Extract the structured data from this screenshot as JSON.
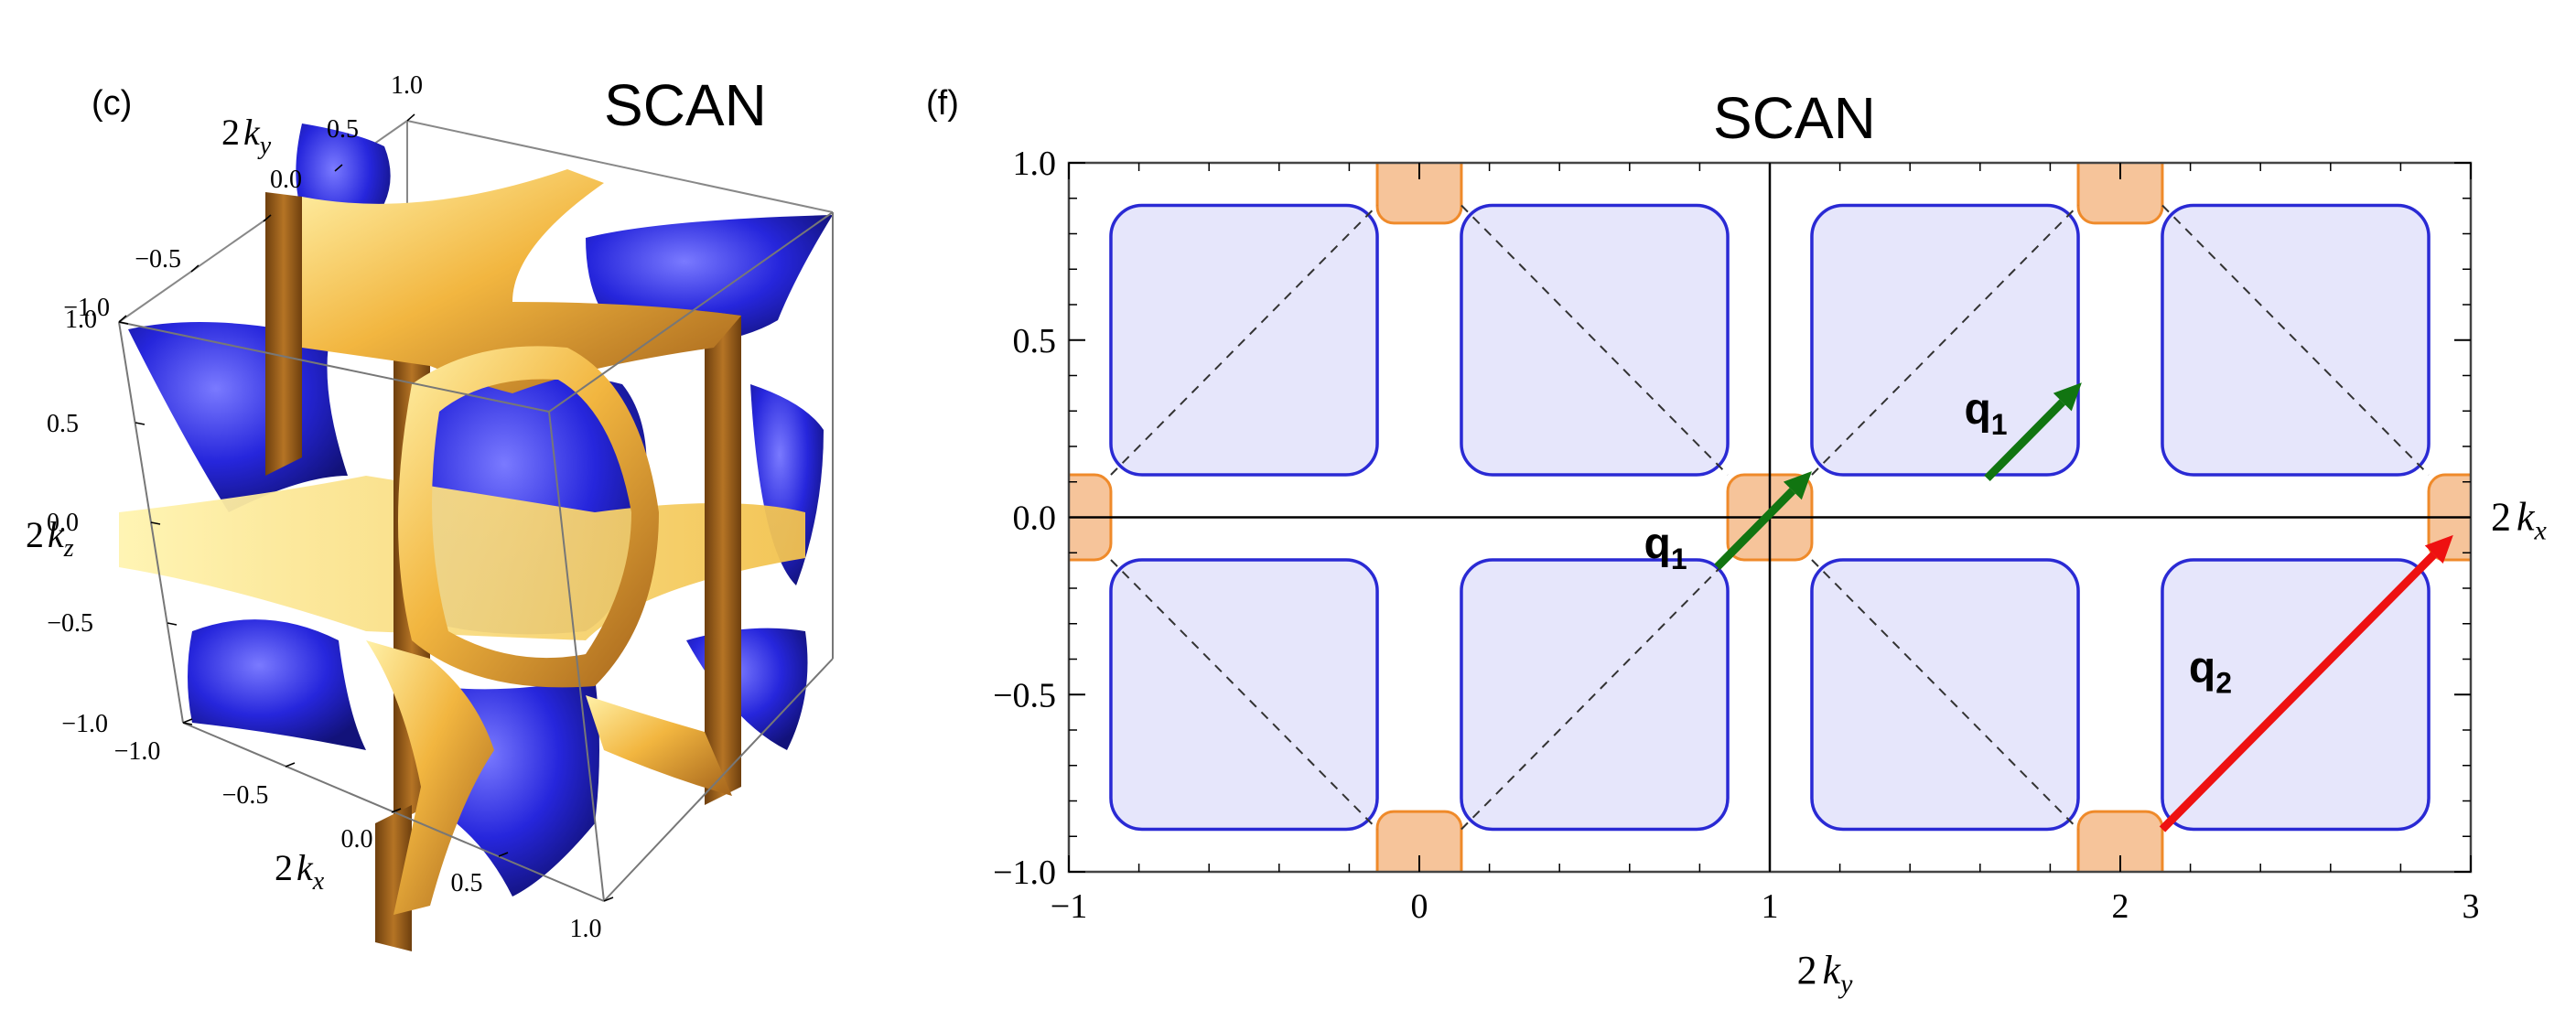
{
  "panel_c": {
    "label": "(c)",
    "title": "SCAN",
    "axes": {
      "x": {
        "label_coef": "2",
        "label_var": "k",
        "label_sub": "x",
        "ticks": [
          "−1.0",
          "−0.5",
          "0.0",
          "0.5",
          "1.0"
        ]
      },
      "y": {
        "label_coef": "2",
        "label_var": "k",
        "label_sub": "y",
        "ticks": [
          "−1.0",
          "−0.5",
          "0.0",
          "0.5",
          "1.0"
        ]
      },
      "z": {
        "label_coef": "2",
        "label_var": "k",
        "label_sub": "z",
        "ticks": [
          "−1.0",
          "−0.5",
          "0.0",
          "0.5",
          "1.0"
        ]
      }
    },
    "colors": {
      "blue_surface": "#2323d8",
      "gold_surface": "#e7a437",
      "gold_dark": "#8a5416"
    }
  },
  "panel_f": {
    "label": "(f)",
    "title": "SCAN",
    "chart_data": {
      "type": "line",
      "xlabel": {
        "coef": "2",
        "var": "k",
        "sub": "y"
      },
      "ylabel_right": {
        "coef": "2",
        "var": "k",
        "sub": "x"
      },
      "xlim": [
        -1,
        3
      ],
      "ylim": [
        -1,
        1
      ],
      "x_ticks": [
        "−1",
        "0",
        "1",
        "2",
        "3"
      ],
      "y_ticks": [
        "−1.0",
        "−0.5",
        "0.0",
        "0.5",
        "1.0"
      ],
      "x_tick_values": [
        -1,
        0,
        1,
        2,
        3
      ],
      "y_tick_values": [
        -1,
        -0.5,
        0,
        0.5,
        1
      ],
      "blue_pockets": [
        {
          "x0": -0.88,
          "x1": -0.12,
          "y0": 0.12,
          "y1": 0.88,
          "diag": "up"
        },
        {
          "x0": 0.12,
          "x1": 0.88,
          "y0": 0.12,
          "y1": 0.88,
          "diag": "down"
        },
        {
          "x0": 1.12,
          "x1": 1.88,
          "y0": 0.12,
          "y1": 0.88,
          "diag": "up"
        },
        {
          "x0": 2.12,
          "x1": 2.88,
          "y0": 0.12,
          "y1": 0.88,
          "diag": "down"
        },
        {
          "x0": -0.88,
          "x1": -0.12,
          "y0": -0.88,
          "y1": -0.12,
          "diag": "down"
        },
        {
          "x0": 0.12,
          "x1": 0.88,
          "y0": -0.88,
          "y1": -0.12,
          "diag": "up"
        },
        {
          "x0": 1.12,
          "x1": 1.88,
          "y0": -0.88,
          "y1": -0.12,
          "diag": "down"
        },
        {
          "x0": 2.12,
          "x1": 2.88,
          "y0": -0.88,
          "y1": -0.12,
          "diag": "up"
        }
      ],
      "orange_pockets": [
        {
          "cx": 0.0,
          "cy": 0.95
        },
        {
          "cx": 2.0,
          "cy": 0.95
        },
        {
          "cx": 0.0,
          "cy": -0.95
        },
        {
          "cx": 2.0,
          "cy": -0.95
        },
        {
          "cx": -1.0,
          "cy": 0.0
        },
        {
          "cx": 1.0,
          "cy": 0.0
        },
        {
          "cx": 3.0,
          "cy": 0.0
        }
      ],
      "vectors": [
        {
          "name": "q",
          "sub": "1",
          "color": "#117511",
          "from": [
            0.85,
            -0.14
          ],
          "to": [
            1.12,
            0.13
          ]
        },
        {
          "name": "q",
          "sub": "1",
          "color": "#117511",
          "from": [
            1.62,
            0.11
          ],
          "to": [
            1.89,
            0.38
          ]
        },
        {
          "name": "q",
          "sub": "2",
          "color": "#ee1111",
          "from": [
            2.12,
            -0.88
          ],
          "to": [
            2.95,
            -0.05
          ]
        }
      ],
      "colors": {
        "pocket_fill": "#e6e6fb",
        "pocket_edge": "#2a2ad4",
        "orange_fill": "#f6c49a",
        "orange_edge": "#ef8a2a"
      }
    }
  }
}
